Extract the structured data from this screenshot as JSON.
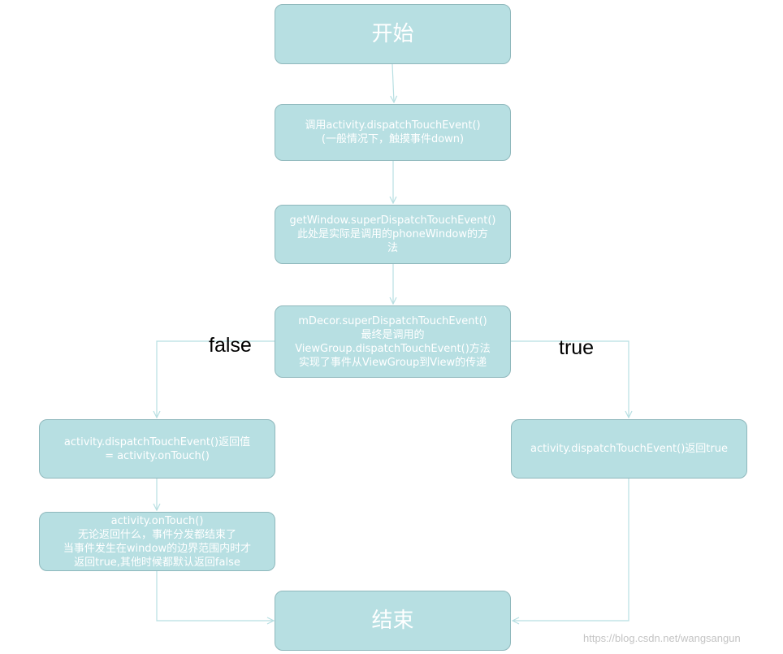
{
  "nodes": {
    "start": {
      "lines": [
        "开始"
      ]
    },
    "call_dispatch": {
      "lines": [
        "调用activity.dispatchTouchEvent()",
        "(一般情况下，触摸事件down)"
      ]
    },
    "get_window": {
      "lines": [
        "getWindow.superDispatchTouchEvent()",
        "此处是实际是调用的phoneWindow的方",
        "法"
      ]
    },
    "mdecor": {
      "lines": [
        "mDecor.superDispatchTouchEvent()",
        "最终是调用的",
        "ViewGroup.dispatchTouchEvent()方法",
        "实现了事件从ViewGroup到View的传递"
      ]
    },
    "return_ontouch": {
      "lines": [
        "activity.dispatchTouchEvent()返回值",
        "= activity.onTouch()"
      ]
    },
    "return_true": {
      "lines": [
        "activity.dispatchTouchEvent()返回true"
      ]
    },
    "ontouch": {
      "lines": [
        "activity.onTouch()",
        "无论返回什么，事件分发都结束了",
        "当事件发生在window的边界范围内时才",
        "返回true,其他时候都默认返回false"
      ]
    },
    "end": {
      "lines": [
        "结束"
      ]
    }
  },
  "branch_labels": {
    "false": "false",
    "true": "true"
  },
  "watermark": "https://blog.csdn.net/wangsangun",
  "colors": {
    "node_fill": "#b7dfe2",
    "node_border": "#8fb8bc",
    "connector": "#b7dfe2"
  }
}
